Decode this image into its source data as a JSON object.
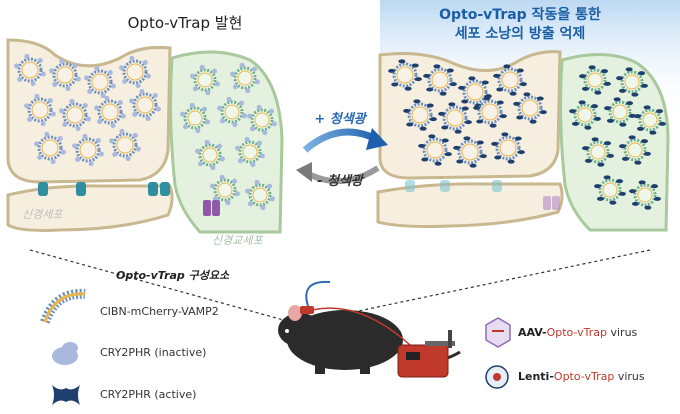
{
  "titles": {
    "left": "Opto-vTrap 발현",
    "right_line1": "Opto-vTrap 작동을 통한",
    "right_line2": "세포 소낭의 방출 억제"
  },
  "arrows": {
    "plus_label": "+ 청색광",
    "minus_label": "- 청색광"
  },
  "panel_labels": {
    "neuron": "신경세포",
    "glia": "신경교세포"
  },
  "components": {
    "title": "Opto-vTrap 구성요소",
    "items": [
      {
        "label": "CIBN-mCherry-VAMP2",
        "icon": "vesicle-icon"
      },
      {
        "label": "CRY2PHR (inactive)",
        "icon": "inactive-protein-icon"
      },
      {
        "label": "CRY2PHR (active)",
        "icon": "active-protein-icon"
      }
    ]
  },
  "viruses": [
    {
      "prefix": "AAV-",
      "name": "Opto-vTrap",
      "suffix": " virus",
      "icon": "aav-virus-icon"
    },
    {
      "prefix": "Lenti-",
      "name": "Opto-vTrap",
      "suffix": " virus",
      "icon": "lenti-virus-icon"
    }
  ],
  "colors": {
    "title_blue": "#1a5fa6",
    "light_blue_glow": "#cfe3f7",
    "neuron_fill": "#f6efe0",
    "glia_fill": "#e4f1df",
    "protein_dark_blue": "#1f3f6e",
    "virus_name_red": "#c0392b"
  }
}
